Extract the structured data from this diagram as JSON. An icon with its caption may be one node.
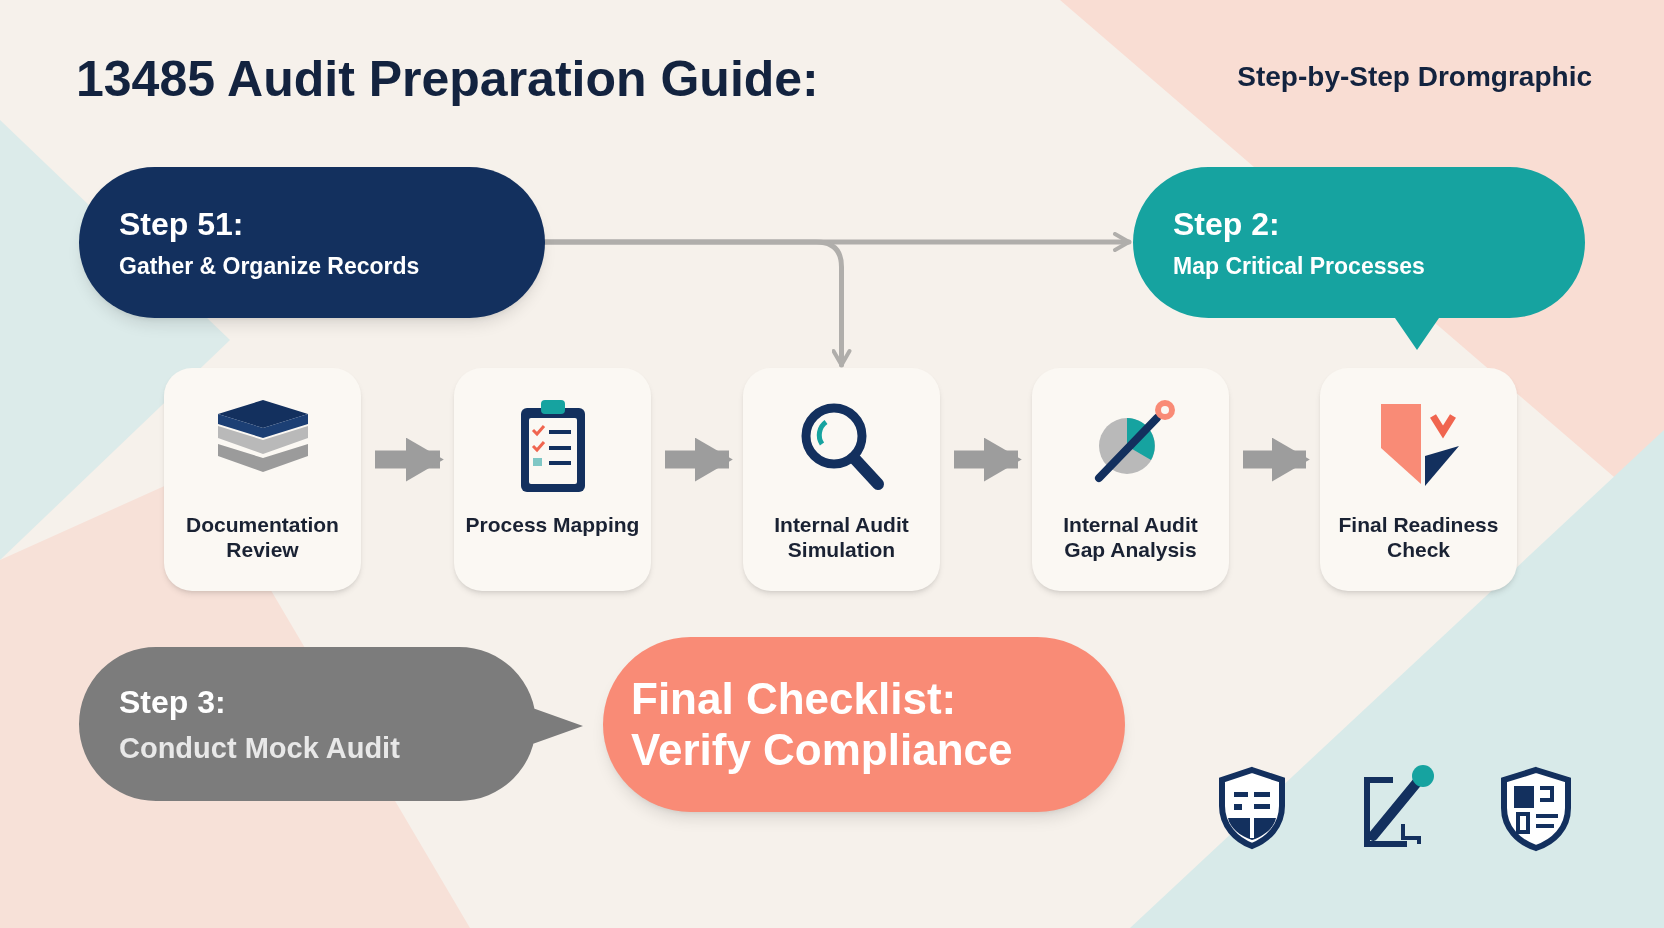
{
  "diagram": {
    "title": "13485 Audit Preparation Guide:",
    "nodes": [
      {
        "text": [
          "Step 51:",
          "Gather & Organize Records"
        ]
      },
      {
        "text": [
          "Step 2:",
          "Map Critical Processes"
        ]
      },
      {
        "text": [
          "Documentation Review"
        ]
      },
      {
        "text": [
          "Process Mapping"
        ]
      },
      {
        "text": [
          "Internal Audit Simulation"
        ]
      },
      {
        "text": [
          "Internal Audit Gap Analysis"
        ]
      },
      {
        "text": [
          "Final Readiness Check"
        ]
      },
      {
        "text": [
          "Step 3:",
          "Conduct Mock Audit"
        ]
      },
      {
        "text": [
          "Final Checklist: Verify Compliance"
        ]
      }
    ],
    "edges": [
      {
        "from": 0,
        "to": 1,
        "arrow": "to"
      },
      {
        "from": 0,
        "to": 4,
        "arrow": "to"
      },
      {
        "from": 2,
        "to": 3,
        "arrow": "to"
      },
      {
        "from": 3,
        "to": 4,
        "arrow": "to"
      },
      {
        "from": 4,
        "to": 5,
        "arrow": "to"
      },
      {
        "from": 5,
        "to": 6,
        "arrow": "to"
      }
    ],
    "labels": [
      "Step-by-Step Dromgraphic"
    ]
  }
}
